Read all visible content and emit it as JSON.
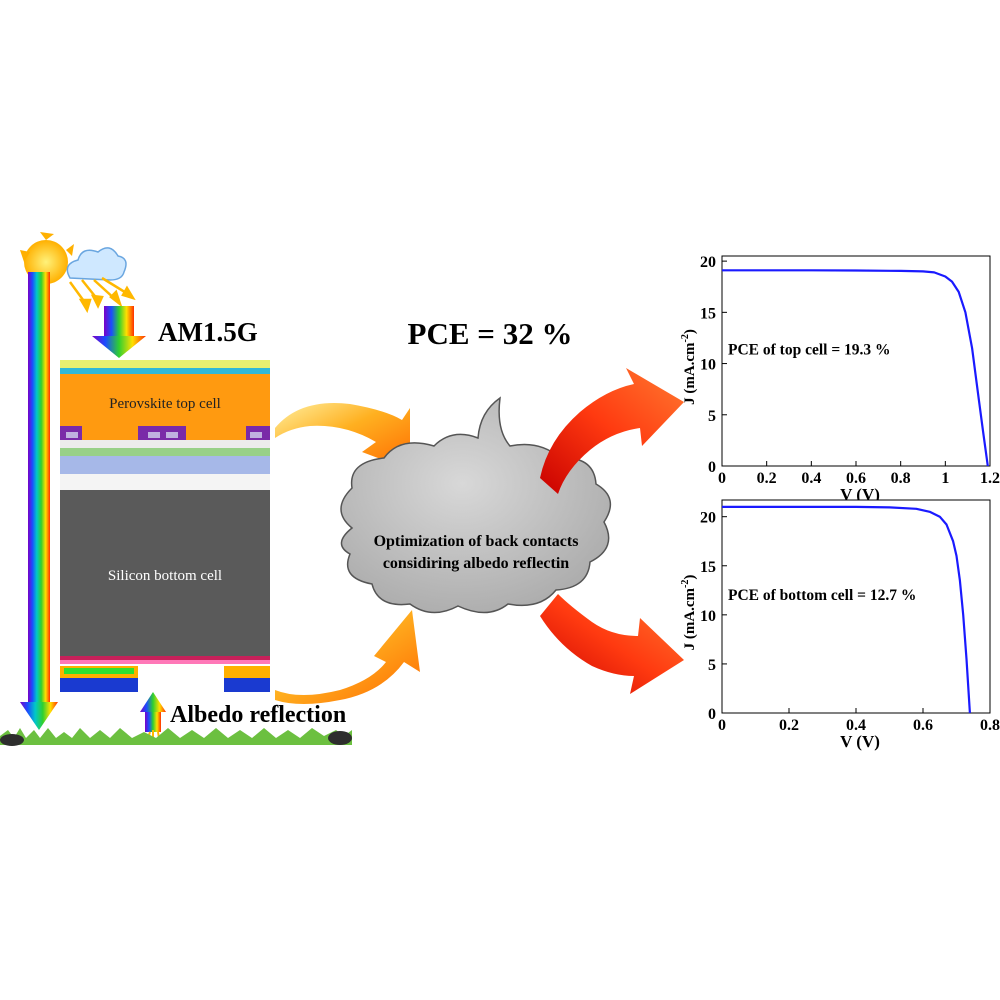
{
  "diagram": {
    "light_source_label": "AM1.5G",
    "top_cell_label": "Perovskite top cell",
    "bottom_cell_label": "Silicon bottom cell",
    "albedo_label": "Albedo reflection",
    "pce_total": "PCE = 32 %",
    "cloud_text_line1": "Optimization of back contacts",
    "cloud_text_line2": "considiring albedo reflectin"
  },
  "chart_data": [
    {
      "type": "line",
      "annotation": "PCE of top cell = 19.3 %",
      "xlabel": "V (V)",
      "ylabel": "J (mA.cm",
      "ylabel_sup": "-2",
      "ylabel_close": ")",
      "xlim": [
        0,
        1.2
      ],
      "ylim": [
        0,
        20.5
      ],
      "xticks": [
        0,
        0.2,
        0.4,
        0.6,
        0.8,
        1,
        1.2
      ],
      "xtick_labels": [
        "0",
        "0.2",
        "0.4",
        "0.6",
        "0.8",
        "1",
        "1.2"
      ],
      "yticks": [
        0,
        5,
        10,
        15,
        20
      ],
      "ytick_labels": [
        "0",
        "5",
        "10",
        "15",
        "20"
      ],
      "jsc": 19.1,
      "voc": 1.19,
      "line_color": "#1a1aff",
      "series": [
        {
          "x": [
            0,
            0.2,
            0.4,
            0.6,
            0.8,
            0.9,
            0.95,
            1.0,
            1.03,
            1.06,
            1.09,
            1.12,
            1.15,
            1.17,
            1.19
          ],
          "y": [
            19.1,
            19.1,
            19.1,
            19.08,
            19.05,
            19.0,
            18.9,
            18.5,
            18.0,
            17.0,
            15.0,
            11.5,
            6.5,
            3.2,
            0
          ]
        }
      ]
    },
    {
      "type": "line",
      "annotation": "PCE of bottom cell = 12.7 %",
      "xlabel": "V (V)",
      "ylabel": "J (mA.cm",
      "ylabel_sup": "-2",
      "ylabel_close": ")",
      "xlim": [
        0,
        0.8
      ],
      "ylim": [
        0,
        21.7
      ],
      "xticks": [
        0,
        0.2,
        0.4,
        0.6,
        0.8
      ],
      "xtick_labels": [
        "0",
        "0.2",
        "0.4",
        "0.6",
        "0.8"
      ],
      "yticks": [
        0,
        5,
        10,
        15,
        20
      ],
      "ytick_labels": [
        "0",
        "5",
        "10",
        "15",
        "20"
      ],
      "jsc": 21.0,
      "voc": 0.74,
      "line_color": "#1a1aff",
      "series": [
        {
          "x": [
            0,
            0.2,
            0.4,
            0.5,
            0.58,
            0.62,
            0.65,
            0.67,
            0.69,
            0.7,
            0.71,
            0.72,
            0.73,
            0.74
          ],
          "y": [
            21.0,
            21.0,
            21.0,
            20.95,
            20.8,
            20.5,
            20.0,
            19.2,
            17.5,
            16.0,
            13.5,
            10.0,
            5.5,
            0
          ]
        }
      ]
    }
  ]
}
